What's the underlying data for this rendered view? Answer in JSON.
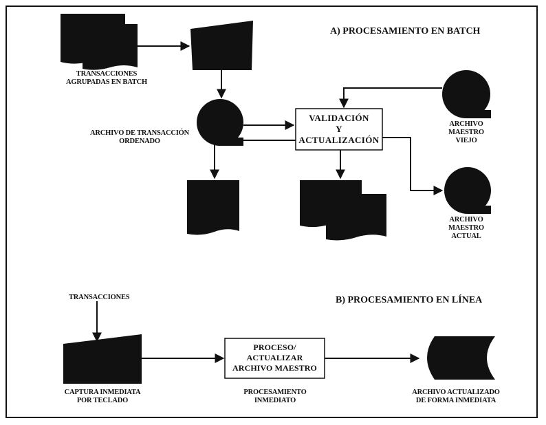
{
  "batch": {
    "title": "A) PROCESAMIENTO EN BATCH",
    "transactions_label": [
      "TRANSACCIONES",
      "AGRUPADAS EN BATCH"
    ],
    "sorted_file_label": [
      "ARCHIVO DE TRANSACCIÓN",
      "ORDENADO"
    ],
    "process_box": [
      "VALIDACIÓN",
      "Y",
      "ACTUALIZACIÓN"
    ],
    "old_master_label": [
      "ARCHIVO",
      "MAESTRO",
      "VIEJO"
    ],
    "current_master_label": [
      "ARCHIVO",
      "MAESTRO",
      "ACTUAL"
    ]
  },
  "online": {
    "title": "B)  PROCESAMIENTO EN LÍNEA",
    "transactions_label": "TRANSACCIONES",
    "capture_label": [
      "CAPTURA INMEDIATA",
      "POR TECLADO"
    ],
    "process_box": [
      "PROCESO/",
      "ACTUALIZAR",
      "ARCHIVO MAESTRO"
    ],
    "processing_label": [
      "PROCESAMIENTO",
      "INMEDIATO"
    ],
    "updated_file_label": [
      "ARCHIVO ACTUALIZADO",
      "DE FORMA INMEDIATA"
    ]
  }
}
